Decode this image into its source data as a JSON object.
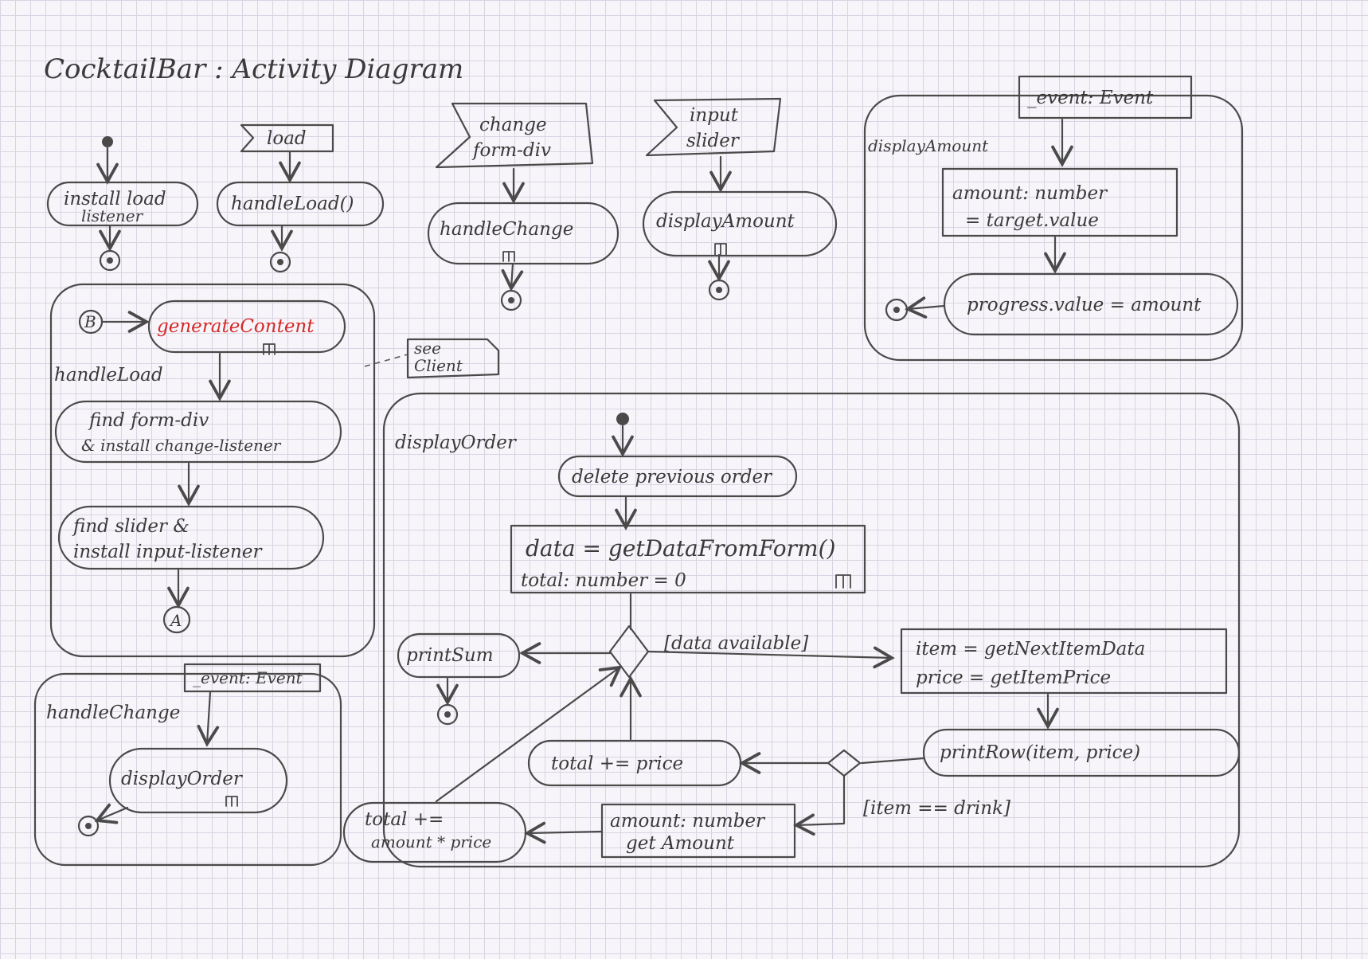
{
  "title": "CocktailBar : Activity Diagram",
  "signals": {
    "load": "load",
    "change": [
      "change",
      "form-div"
    ],
    "input": [
      "input",
      "slider"
    ]
  },
  "actions": {
    "install_load": [
      "install load",
      "listener"
    ],
    "handle_load_call": "handleLoad()",
    "handle_change_call": "handleChange",
    "display_amount_call": "displayAmount"
  },
  "handle_load": {
    "label": "handleLoad",
    "connector_b": "B",
    "generate_content": "generateContent",
    "find_form": [
      "find form-div",
      "& install change-listener"
    ],
    "find_slider": [
      "find slider &",
      "install input-listener"
    ],
    "connector_a": "A"
  },
  "note": [
    "see",
    "Client"
  ],
  "handle_change": {
    "label": "handleChange",
    "param": "_event: Event",
    "action": "displayOrder"
  },
  "display_amount": {
    "label": "displayAmount",
    "param": "_event: Event",
    "amount": [
      "amount: number",
      "= target.value"
    ],
    "progress": "progress.value = amount"
  },
  "display_order": {
    "label": "displayOrder",
    "delete_prev": "delete previous order",
    "data_get": [
      "data = getDataFromForm()",
      "total: number = 0"
    ],
    "print_sum": "printSum",
    "guard_available": "[data available]",
    "item_data": [
      "item = getNextItemData",
      "price = getItemPrice"
    ],
    "print_row": "printRow(item, price)",
    "total_price": "total += price",
    "guard_drink": "[item == drink]",
    "amount_get": [
      "amount: number",
      "get Amount"
    ],
    "total_amount": [
      "total +=",
      "amount * price"
    ]
  },
  "colors": {
    "pencil": "#4a4a4a",
    "highlight": "#d42a2a",
    "paper": "#f7f5f9",
    "grid": "#d9d4e2"
  }
}
